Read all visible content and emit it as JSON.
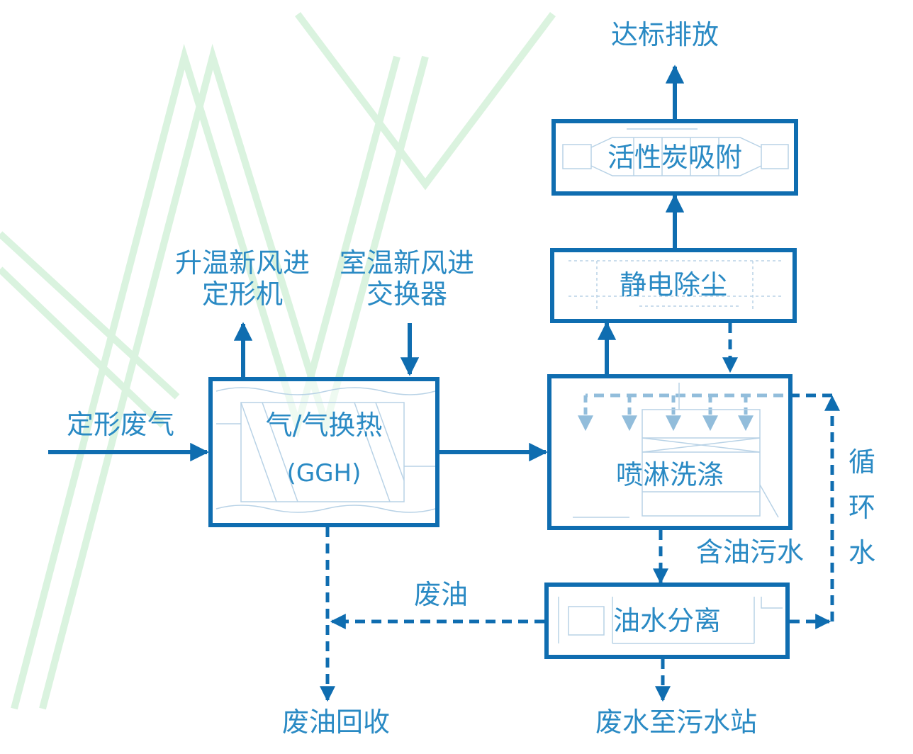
{
  "labels": {
    "discharge": "达标排放",
    "warm_air_line1": "升温新风进",
    "warm_air_line2": "定形机",
    "room_air_line1": "室温新风进",
    "room_air_line2": "交换器",
    "exhaust_in": "定形废气",
    "oily_wastewater": "含油污水",
    "waste_oil": "废油",
    "waste_oil_recovery": "废油回收",
    "wastewater_to_station": "废水至污水站",
    "circulating_water": [
      "循",
      "环",
      "水"
    ]
  },
  "boxes": {
    "activated_carbon": "活性炭吸附",
    "electrostatic": "静电除尘",
    "ggh_line1": "气/气换热",
    "ggh_line2": "(GGH)",
    "spray_scrubber": "喷淋洗涤",
    "oil_water_separation": "油水分离"
  },
  "colors": {
    "stroke": "#0f6db0",
    "text": "#2a8ac4",
    "watermark": "#d7f2dc",
    "sketch": "#b8d2e6"
  }
}
